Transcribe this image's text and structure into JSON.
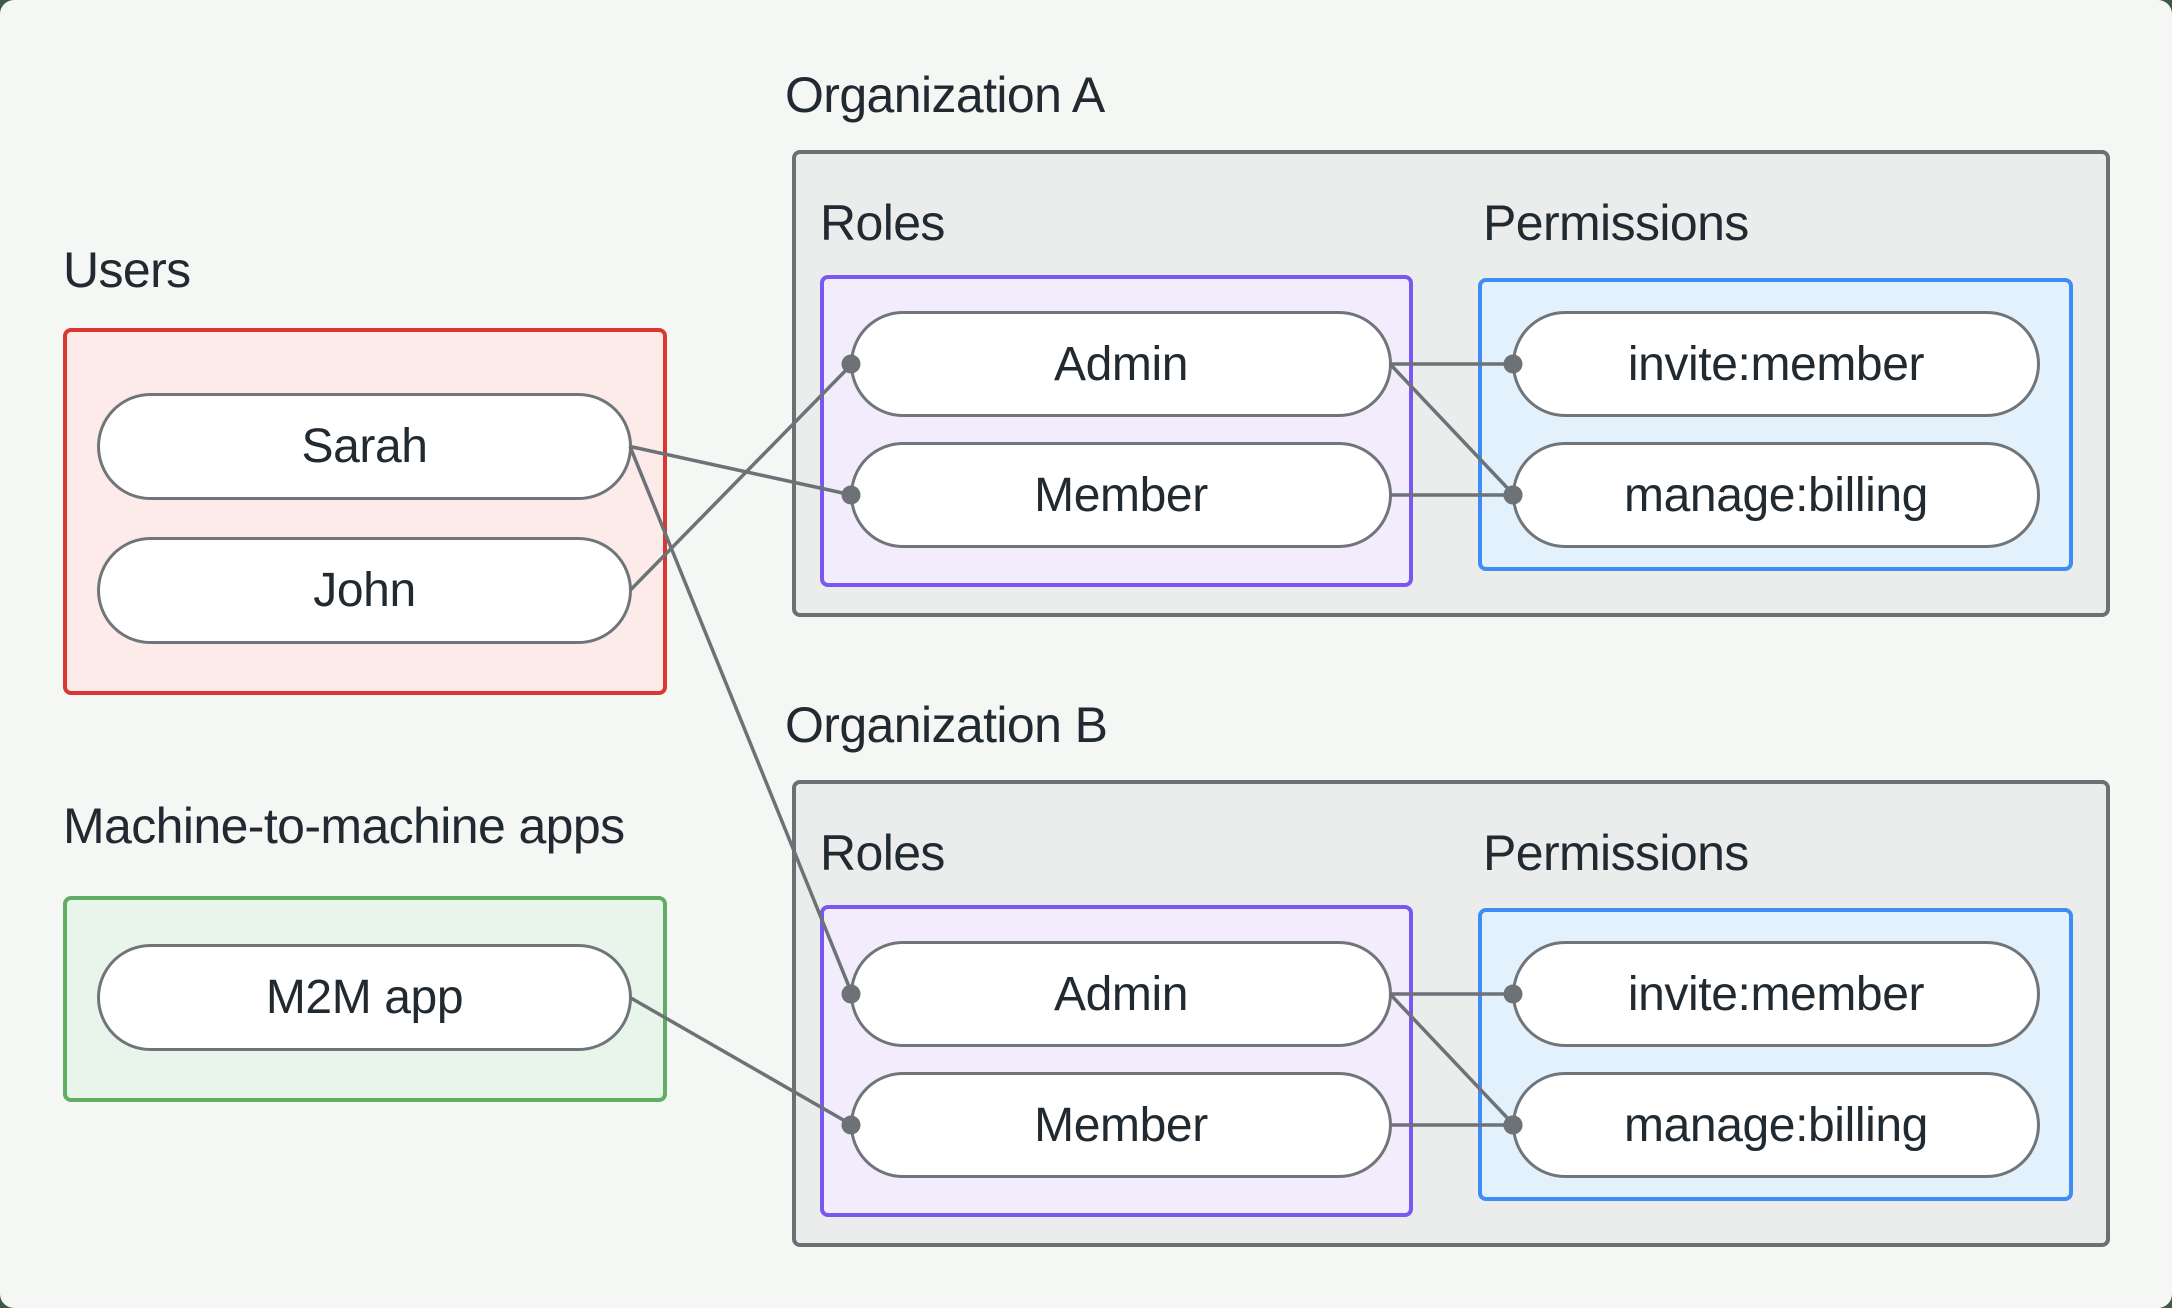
{
  "style": {
    "page_bg": "#f5f7f5",
    "backdrop": "#3f5848",
    "line_color": "#6d7277",
    "dot_color": "#6d7277",
    "users_border": "#d93831",
    "m2m_border": "#5fae63",
    "roles_border": "#7a57f0",
    "permissions_border": "#3d8df5",
    "org_border": "#6b7075"
  },
  "users_group": {
    "label": "Users",
    "items": [
      {
        "id": "user-sarah",
        "label": "Sarah"
      },
      {
        "id": "user-john",
        "label": "John"
      }
    ]
  },
  "m2m_group": {
    "label": "Machine-to-machine apps",
    "items": [
      {
        "id": "m2m-app",
        "label": "M2M app"
      }
    ]
  },
  "orgs": [
    {
      "title": "Organization A",
      "roles_label": "Roles",
      "permissions_label": "Permissions",
      "roles": [
        {
          "id": "orga-admin",
          "label": "Admin"
        },
        {
          "id": "orga-member",
          "label": "Member"
        }
      ],
      "permissions": [
        {
          "id": "orga-invite",
          "label": "invite:member"
        },
        {
          "id": "orga-billing",
          "label": "manage:billing"
        }
      ]
    },
    {
      "title": "Organization B",
      "roles_label": "Roles",
      "permissions_label": "Permissions",
      "roles": [
        {
          "id": "orgb-admin",
          "label": "Admin"
        },
        {
          "id": "orgb-member",
          "label": "Member"
        }
      ],
      "permissions": [
        {
          "id": "orgb-invite",
          "label": "invite:member"
        },
        {
          "id": "orgb-billing",
          "label": "manage:billing"
        }
      ]
    }
  ],
  "connections": [
    {
      "from": "user-sarah",
      "to": "orga-member"
    },
    {
      "from": "user-john",
      "to": "orga-admin"
    },
    {
      "from": "user-sarah",
      "to": "orgb-admin"
    },
    {
      "from": "m2m-app",
      "to": "orgb-member"
    },
    {
      "from": "orga-admin",
      "to": "orga-invite"
    },
    {
      "from": "orga-admin",
      "to": "orga-billing"
    },
    {
      "from": "orga-member",
      "to": "orga-billing"
    },
    {
      "from": "orgb-admin",
      "to": "orgb-invite"
    },
    {
      "from": "orgb-admin",
      "to": "orgb-billing"
    },
    {
      "from": "orgb-member",
      "to": "orgb-billing"
    }
  ]
}
